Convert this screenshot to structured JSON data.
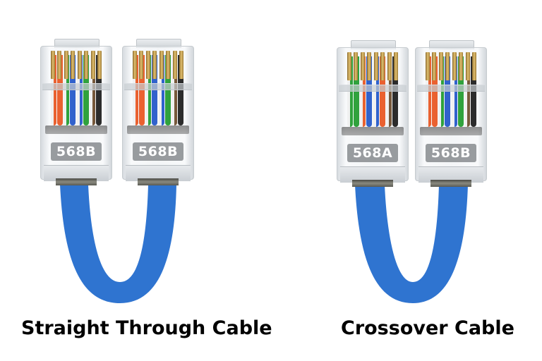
{
  "colors": {
    "cable": "#2f74d0",
    "background": "#ffffff",
    "label_text": "#ffffff",
    "caption_text": "#000000"
  },
  "wire_colors": {
    "white_orange": "#f2f2f2",
    "orange": "#e8541e",
    "white_green": "#f2f2f2",
    "blue": "#1f55c8",
    "white_blue": "#f2f2f2",
    "green": "#1e9a2c",
    "white_brown": "#f2f2f2",
    "brown": "#1a1a1a"
  },
  "cables": [
    {
      "caption": "Straight Through Cable",
      "connectors": [
        {
          "label": "568B",
          "wires": [
            "#f0f0f0",
            "#e8541e",
            "#f0f0f0",
            "#1f55c8",
            "#f0f0f0",
            "#1e9a2c",
            "#f0f0f0",
            "#1a1a1a"
          ]
        },
        {
          "label": "568B",
          "wires": [
            "#f0f0f0",
            "#e8541e",
            "#f0f0f0",
            "#1f55c8",
            "#f0f0f0",
            "#1e9a2c",
            "#f0f0f0",
            "#1a1a1a"
          ]
        }
      ]
    },
    {
      "caption": "Crossover Cable",
      "connectors": [
        {
          "label": "568A",
          "wires": [
            "#f0f0f0",
            "#1e9a2c",
            "#f0f0f0",
            "#1f55c8",
            "#f0f0f0",
            "#e8541e",
            "#f0f0f0",
            "#1a1a1a"
          ]
        },
        {
          "label": "568B",
          "wires": [
            "#f0f0f0",
            "#e8541e",
            "#f0f0f0",
            "#1f55c8",
            "#f0f0f0",
            "#1e9a2c",
            "#f0f0f0",
            "#1a1a1a"
          ]
        }
      ]
    }
  ]
}
